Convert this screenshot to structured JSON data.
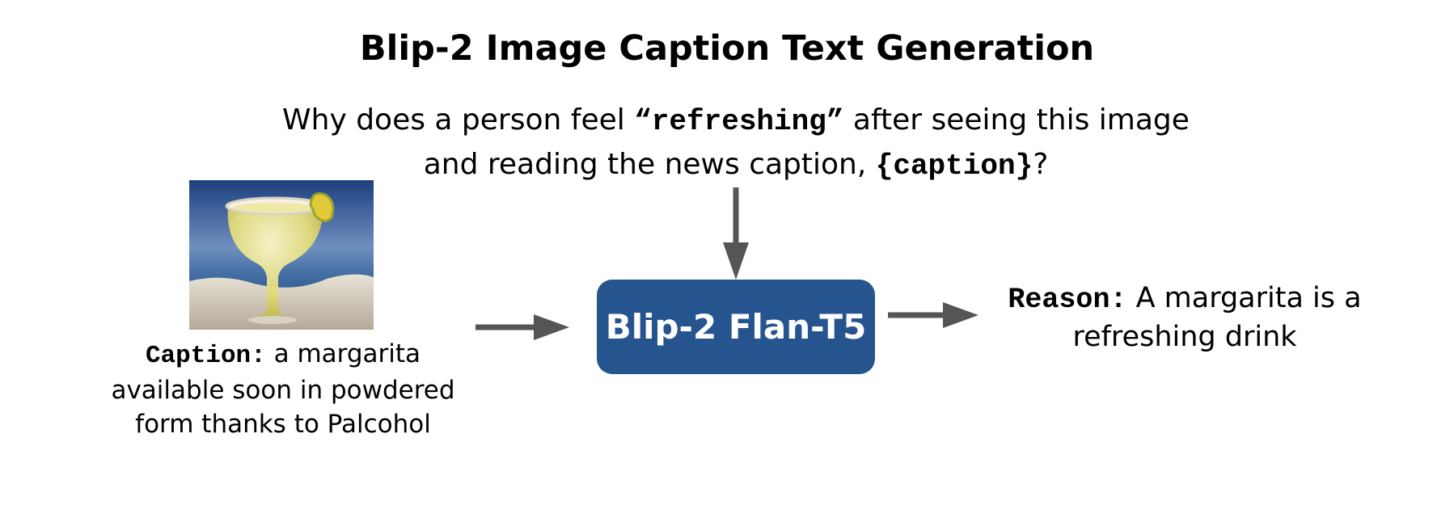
{
  "title": "Blip-2 Image Caption Text Generation",
  "prompt": {
    "line1_before": "Why does a person feel ",
    "line1_keyword": "“refreshing”",
    "line1_after": " after seeing this image",
    "line2_before": "and reading the news caption, ",
    "line2_placeholder": "{caption}",
    "line2_after": "?"
  },
  "image": {
    "subject": "margarita glass on a beach"
  },
  "caption": {
    "label": "Caption:",
    "text_line1": " a margarita",
    "text_line2": "available soon in powdered",
    "text_line3": "form thanks to Palcohol"
  },
  "model": {
    "label": "Blip-2 Flan-T5",
    "color": "#26548f"
  },
  "reason": {
    "label": "Reason:",
    "text_line1": " A margarita is a",
    "text_line2": "refreshing drink"
  },
  "colors": {
    "arrow": "#555555",
    "box": "#26548f"
  }
}
